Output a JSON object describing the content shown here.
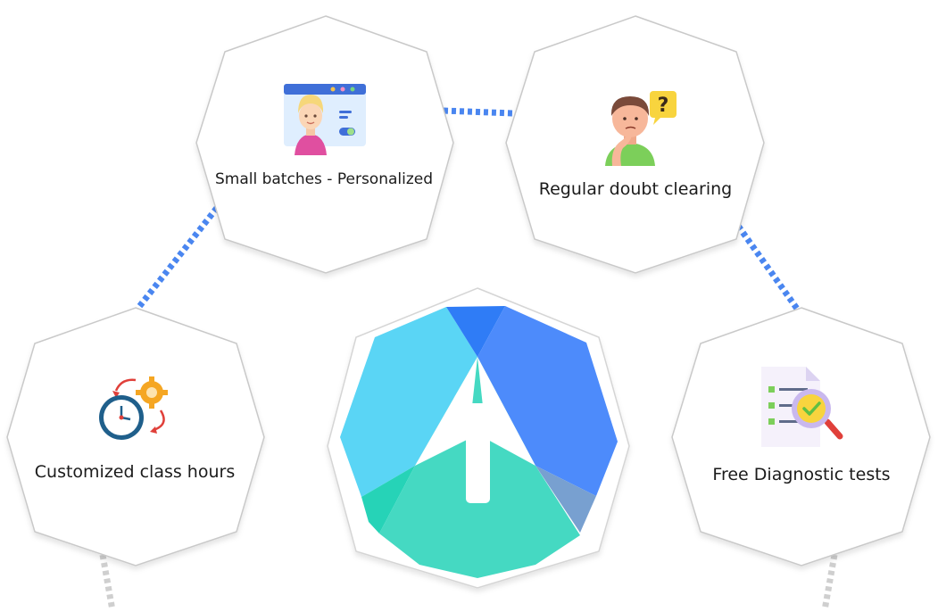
{
  "nodes": {
    "small_batches": {
      "label": "Small batches - Personalized",
      "icon": "online-tutor-icon"
    },
    "doubt_clearing": {
      "label": "Regular doubt clearing",
      "icon": "confused-student-icon"
    },
    "class_hours": {
      "label": "Customized class hours",
      "icon": "clock-gear-icon"
    },
    "diagnostic_tests": {
      "label": "Free Diagnostic tests",
      "icon": "document-magnifier-icon"
    }
  },
  "logo": {
    "icon": "arrow-octagon-logo"
  },
  "colors": {
    "connector_blue": "#4a86f0",
    "connector_gray": "#cfcfcf",
    "octagon_stroke": "#c9c9c9",
    "logo_cyan": "#5ad5f5",
    "logo_blue": "#4d8bfb",
    "logo_deep_blue": "#2f7cf6",
    "logo_teal": "#45d9c2",
    "logo_dark_teal": "#26d3b7",
    "logo_steel": "#78a0d0"
  }
}
